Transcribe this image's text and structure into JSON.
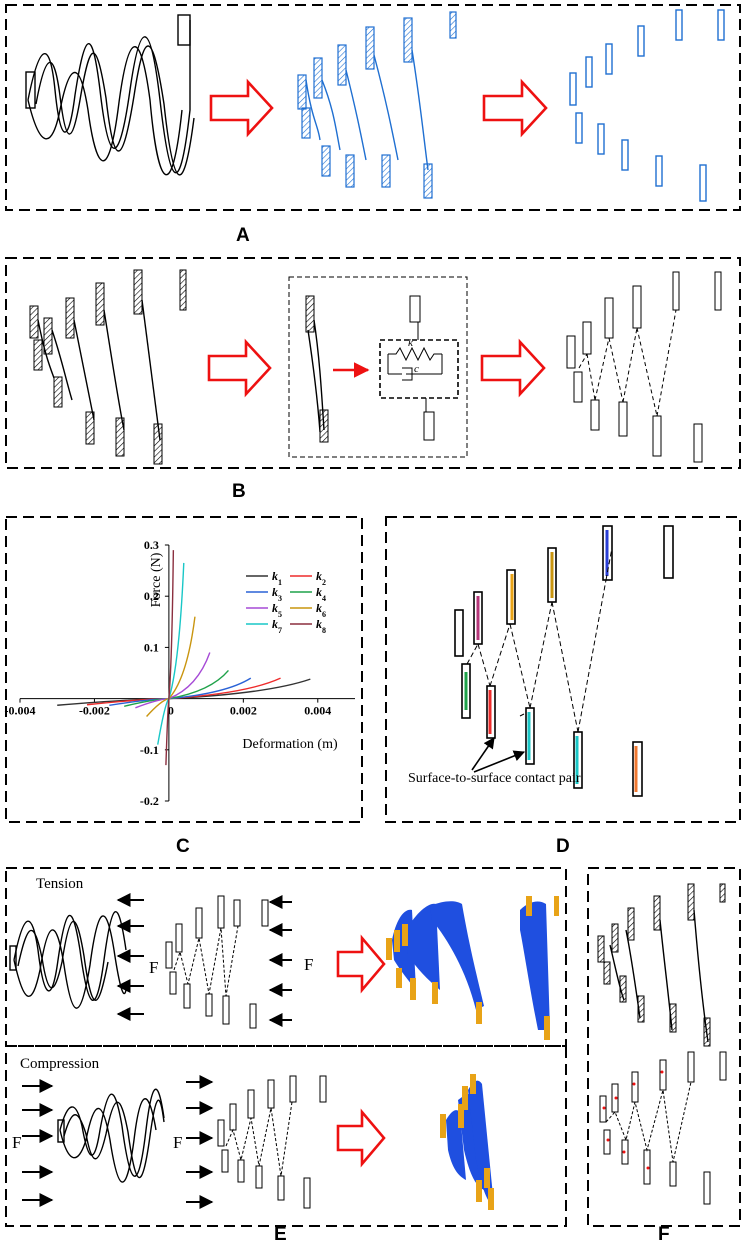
{
  "panels": {
    "A": {
      "label": "A"
    },
    "B": {
      "label": "B",
      "spring_k": "k",
      "damper_c": "c"
    },
    "C": {
      "label": "C"
    },
    "D": {
      "label": "D",
      "annotation": "Surface-to-surface contact pair"
    },
    "E": {
      "label": "E",
      "tension": "Tension",
      "compression": "Compression",
      "force_symbol": "F"
    },
    "F": {
      "label": "F"
    }
  },
  "colors": {
    "arrow": "#ee1111",
    "blue": "#1f6fd1",
    "fill_blue": "#1f4fe0",
    "orange": "#e8a317"
  },
  "chart_data": {
    "type": "line",
    "xlabel": "Deformation (m)",
    "ylabel": "Force (N)",
    "xlim": [
      -0.004,
      0.005
    ],
    "ylim": [
      -0.2,
      0.3
    ],
    "xticks": [
      "-0.004",
      "-0.002",
      "0",
      "0.002",
      "0.004"
    ],
    "yticks": [
      "-0.2",
      "-0.1",
      "0.1",
      "0.2",
      "0.3"
    ],
    "legend_position": "top-right",
    "series": [
      {
        "name": "k1",
        "sub": "1",
        "color": "#333333",
        "x": [
          -0.003,
          0,
          0.0038
        ],
        "y": [
          -0.013,
          0,
          0.038
        ]
      },
      {
        "name": "k2",
        "sub": "2",
        "color": "#ee2b2b",
        "x": [
          -0.0022,
          0,
          0.003
        ],
        "y": [
          -0.012,
          0,
          0.04
        ]
      },
      {
        "name": "k3",
        "sub": "3",
        "color": "#2a62d6",
        "x": [
          -0.0016,
          0,
          0.0022
        ],
        "y": [
          -0.013,
          0,
          0.04
        ]
      },
      {
        "name": "k4",
        "sub": "4",
        "color": "#1fa24a",
        "x": [
          -0.0012,
          0,
          0.0016
        ],
        "y": [
          -0.015,
          0,
          0.055
        ]
      },
      {
        "name": "k5",
        "sub": "5",
        "color": "#a64ad6",
        "x": [
          -0.0009,
          0,
          0.0011
        ],
        "y": [
          -0.018,
          0,
          0.09
        ]
      },
      {
        "name": "k6",
        "sub": "6",
        "color": "#c9950f",
        "x": [
          -0.0006,
          0,
          0.0007
        ],
        "y": [
          -0.035,
          0,
          0.16
        ]
      },
      {
        "name": "k7",
        "sub": "7",
        "color": "#19c7c7",
        "x": [
          -0.0003,
          0,
          0.0004
        ],
        "y": [
          -0.09,
          0,
          0.265
        ]
      },
      {
        "name": "k8",
        "sub": "8",
        "color": "#8b2f3f",
        "x": [
          -8e-05,
          0,
          0.00012
        ],
        "y": [
          -0.13,
          0,
          0.29
        ]
      }
    ]
  }
}
